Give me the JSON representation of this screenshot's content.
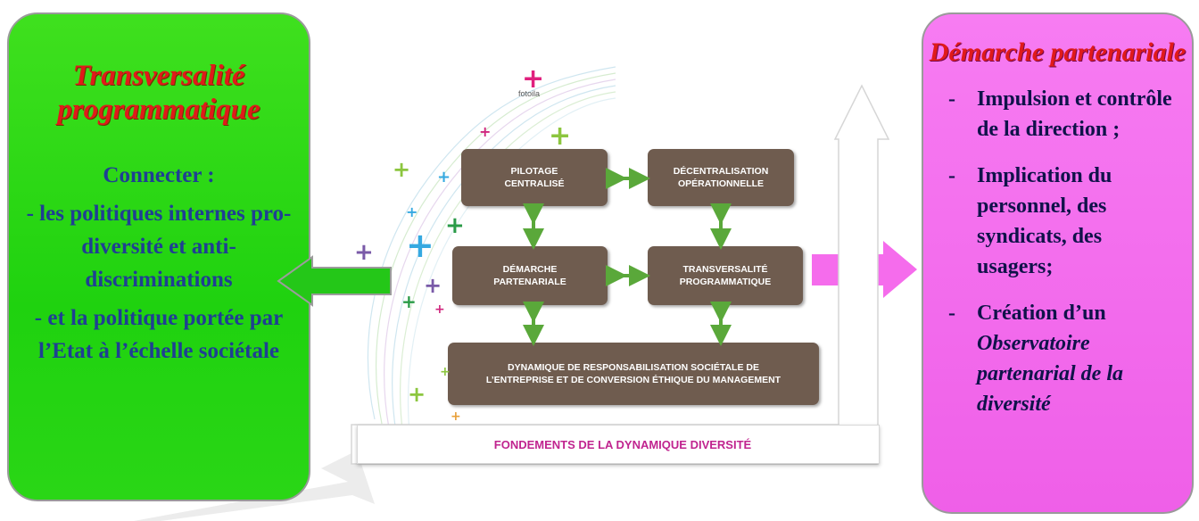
{
  "left_panel": {
    "title": "Transversalité programmatique",
    "connecter": "Connecter :",
    "bullet_1": "- les politiques internes pro-diversité et anti-discriminations",
    "bullet_2": "- et la politique portée par l’Etat à l’échelle sociétale"
  },
  "right_panel": {
    "title": "Démarche partenariale",
    "items": [
      {
        "dash": "-",
        "text": "Impulsion et contrôle de la direction ;"
      },
      {
        "dash": "-",
        "text": "Implication du personnel, des syndicats, des usagers;"
      },
      {
        "dash": "-",
        "text_plain": "Création d’un",
        "text_italic": "Observatoire partenarial  de la diversité"
      }
    ]
  },
  "diagram": {
    "logo_text": "fotoila",
    "boxes": {
      "pilotage": "PILOTAGE\nCENTRALISÉ",
      "decentralisation": "DÉCENTRALISATION\nOPÉRATIONNELLE",
      "demarche": "DÉMARCHE\nPARTENARIALE",
      "transversalite": "TRANSVERSALITÉ\nPROGRAMMATIQUE",
      "dynamique": "DYNAMIQUE DE RESPONSABILISATION SOCIÉTALE DE\nL’ENTREPRISE ET DE CONVERSION ÉTHIQUE DU MANAGEMENT"
    },
    "fondements": "FONDEMENTS DE LA DYNAMIQUE DIVERSITÉ"
  },
  "colors": {
    "left_panel_bg": "#22d412",
    "right_panel_bg": "#f36cec",
    "box_bg": "#6f5c4f",
    "connector": "#5aa83a",
    "title_red": "#e01a1a",
    "left_text": "#1f3f93",
    "fondements_text": "#c0248f"
  }
}
